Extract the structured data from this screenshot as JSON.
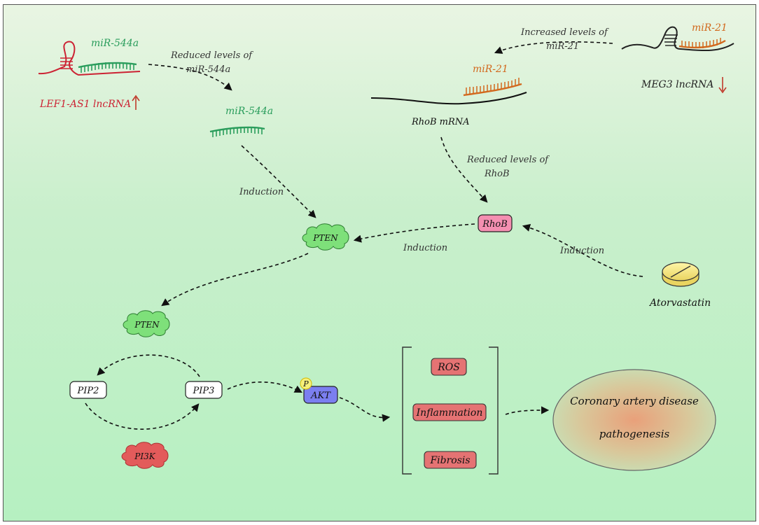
{
  "labels": {
    "lef1_mir": "miR-544a",
    "lef1_name": "LEF1-AS1 lncRNA",
    "reduced_mir544a_line1": "Reduced levels of",
    "reduced_mir544a_line2": "miR-544a",
    "free_mir544a": "miR-544a",
    "induction_left": "Induction",
    "meg3_mir": "miR-21",
    "meg3_name": "MEG3 lncRNA",
    "increased_line1": "Increased levels of",
    "increased_line2": "miR-21",
    "rhob_mir": "miR-21",
    "rhob_mrna": "RhoB mRNA",
    "reduced_rhob_line1": "Reduced levels of",
    "reduced_rhob_line2": "RhoB",
    "rhob_box": "RhoB",
    "induction_middle": "Induction",
    "induction_right": "Induction",
    "atorvastatin": "Atorvastatin",
    "pten_upper": "PTEN",
    "pten_lower": "PTEN",
    "pip2": "PIP2",
    "pip3": "PIP3",
    "pi3k": "PI3K",
    "p": "P",
    "akt": "AKT",
    "ros": "ROS",
    "inflammation": "Inflammation",
    "fibrosis": "Fibrosis",
    "outcome_line1": "Coronary artery disease",
    "outcome_line2": "pathogenesis"
  },
  "colors": {
    "up_arrow": "#c0392b",
    "down_arrow": "#c0392b",
    "lef1_rna": "#cc2233",
    "mir544a": "#2a9d5c",
    "mir21": "#d2691e",
    "pten_fill": "#7ee07a",
    "rhob_fill": "#f48fb1",
    "akt_fill": "#7b7ff0",
    "red_box_fill": "#e57373",
    "pi3k_fill": "#e35b5b"
  }
}
